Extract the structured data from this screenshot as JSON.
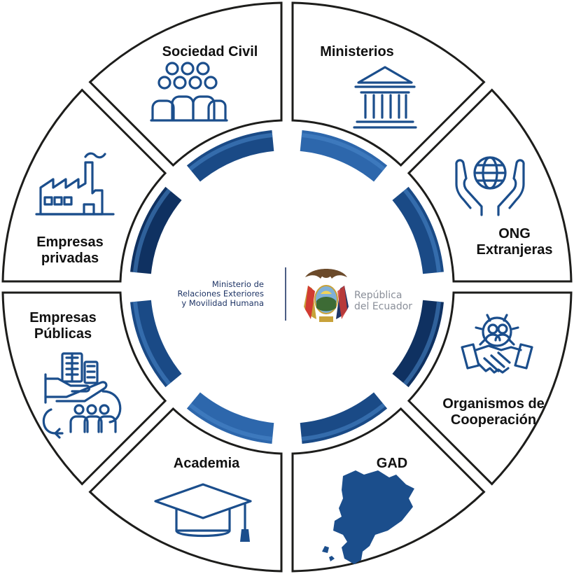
{
  "diagram": {
    "segments": [
      {
        "id": "ministerios",
        "label_lines": [
          "Ministerios"
        ],
        "icon": "government-building-icon"
      },
      {
        "id": "ong",
        "label_lines": [
          "ONG",
          "Extranjeras"
        ],
        "icon": "globe-in-hands-icon"
      },
      {
        "id": "organismos",
        "label_lines": [
          "Organismos de",
          "Cooperación"
        ],
        "icon": "handshake-gear-icon"
      },
      {
        "id": "gad",
        "label_lines": [
          "GAD"
        ],
        "icon": "ecuador-map-icon"
      },
      {
        "id": "academia",
        "label_lines": [
          "Academia"
        ],
        "icon": "graduation-cap-icon"
      },
      {
        "id": "empresas-publicas",
        "label_lines": [
          "Empresas",
          "Públicas"
        ],
        "icon": "public-company-icon"
      },
      {
        "id": "empresas-privadas",
        "label_lines": [
          "Empresas",
          "privadas"
        ],
        "icon": "factory-icon"
      },
      {
        "id": "sociedad-civil",
        "label_lines": [
          "Sociedad Civil"
        ],
        "icon": "people-group-icon"
      }
    ],
    "center": {
      "ministry_lines": [
        "Ministerio de",
        "Relaciones Exteriores",
        "y Movilidad Humana"
      ],
      "republica_lines": [
        "República",
        "del Ecuador"
      ],
      "logo": "ecuador-coat-of-arms-icon"
    }
  },
  "colors": {
    "ring_dark": "#0e2c5a",
    "ring_light": "#3a7cc4",
    "icon": "#1b4e8c",
    "outline": "#1d1d1b"
  }
}
